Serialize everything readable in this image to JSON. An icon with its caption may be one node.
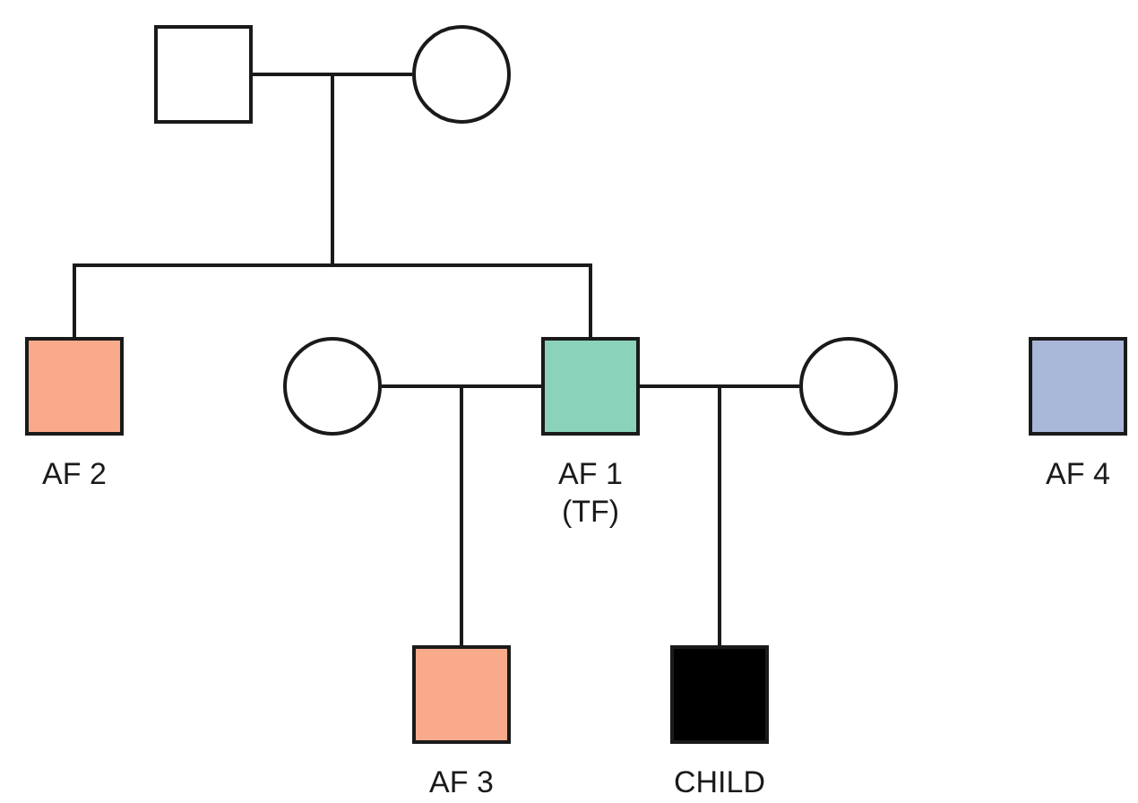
{
  "diagram": {
    "nodes": [
      {
        "text": [],
        "shape": "box"
      },
      {
        "text": [],
        "shape": "circle"
      },
      {
        "text": [
          "AF 2"
        ]
      },
      {
        "text": [],
        "shape": "circle"
      },
      {
        "text": [
          "AF 1 (TF)"
        ]
      },
      {
        "text": [],
        "shape": "circle"
      },
      {
        "text": [
          "AF 4"
        ]
      },
      {
        "text": [
          "AF 3"
        ]
      },
      {
        "text": [
          "CHILD"
        ]
      }
    ],
    "edges": [
      {
        "from": 0,
        "to": 1,
        "arrow": "none"
      },
      {
        "from": 0,
        "to": 2,
        "arrow": "none"
      },
      {
        "from": 1,
        "to": 2,
        "arrow": "none"
      },
      {
        "from": 0,
        "to": 4,
        "arrow": "none"
      },
      {
        "from": 1,
        "to": 4,
        "arrow": "none"
      },
      {
        "from": 3,
        "to": 4,
        "arrow": "none"
      },
      {
        "from": 3,
        "to": 7,
        "arrow": "none"
      },
      {
        "from": 4,
        "to": 7,
        "arrow": "none"
      },
      {
        "from": 4,
        "to": 5,
        "arrow": "none"
      },
      {
        "from": 4,
        "to": 8,
        "arrow": "none"
      },
      {
        "from": 5,
        "to": 8,
        "arrow": "none"
      }
    ]
  }
}
